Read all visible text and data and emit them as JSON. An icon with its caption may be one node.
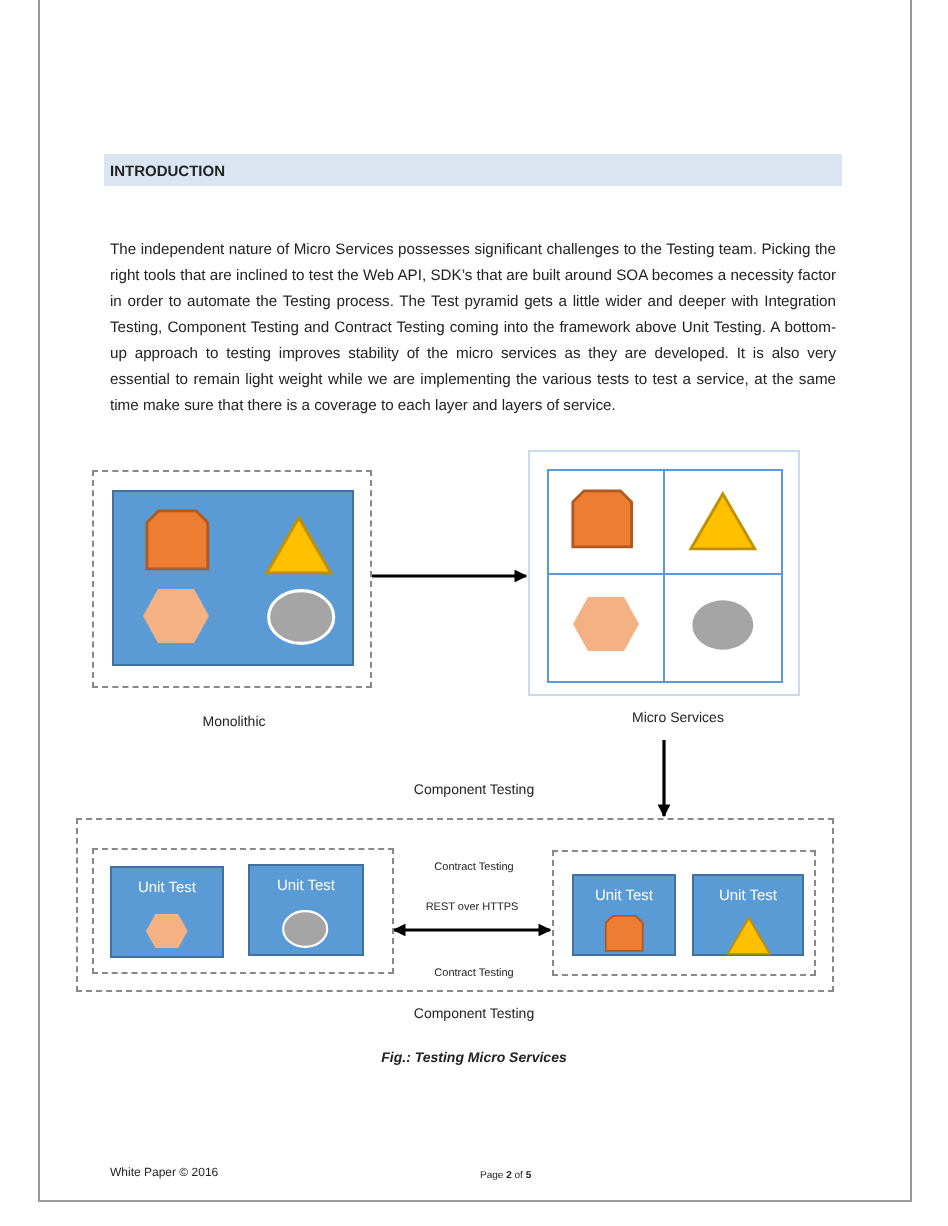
{
  "diagram": {
    "title": "INTRODUCTION",
    "caption": "Fig.: Testing Micro Services",
    "nodes": [
      {
        "text": [],
        "shape": "box",
        "beside": [
          "Monolithic"
        ]
      },
      {
        "text": [],
        "shape": "box",
        "in": 0
      },
      {
        "text": [],
        "shape": "box",
        "beside": [
          "Micro Services"
        ]
      },
      {
        "text": [],
        "shape": "box",
        "beside": [
          "Component Testing",
          "Component Testing"
        ]
      },
      {
        "text": [],
        "shape": "box",
        "in": 3
      },
      {
        "text": [
          "Unit Test"
        ],
        "in": 4
      },
      {
        "text": [
          "Unit Test"
        ],
        "in": 4
      },
      {
        "text": [],
        "shape": "box",
        "in": 3
      },
      {
        "text": [
          "Unit Test"
        ],
        "in": 7
      },
      {
        "text": [
          "Unit Test"
        ],
        "in": 7
      }
    ],
    "edges": [
      {
        "from": 0,
        "to": 2,
        "arrow": "to"
      },
      {
        "from": 2,
        "to": 3,
        "arrow": "to"
      },
      {
        "from": 4,
        "to": 7,
        "arrow": "both",
        "label": "REST over HTTPS"
      }
    ],
    "labels": [
      "The independent nature of Micro Services possesses significant challenges to the Testing team. Picking the right tools that are inclined to test the Web API, SDK’s that are built around SOA becomes a necessity factor in order to automate the Testing process. The Test pyramid gets a little wider and deeper with Integration Testing, Component Testing and Contract Testing coming into the framework above Unit Testing. A bottom-up approach to testing improves stability of the micro services as they are developed. It is also very essential to remain light weight while we are implementing the various tests to test a service, at the same time make sure that there is a coverage to each layer and layers of service.",
      "Contract Testing",
      "Contract Testing",
      "White Paper © 2016",
      "Page **2** of **5**"
    ]
  }
}
